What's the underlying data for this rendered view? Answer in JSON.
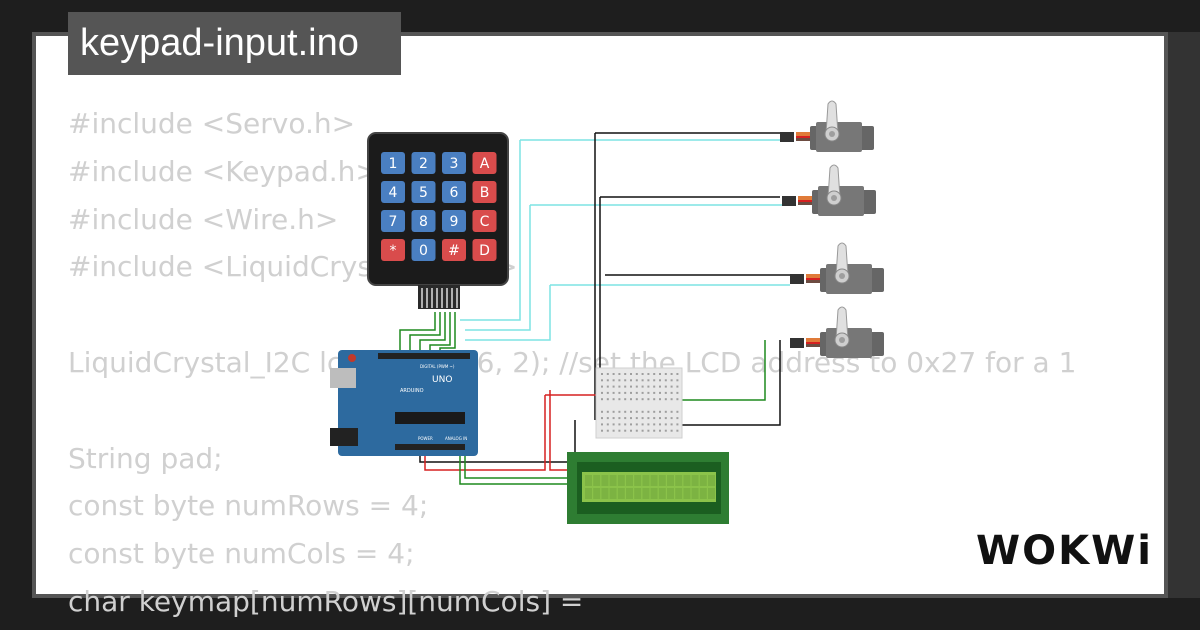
{
  "file_title": "keypad-input.ino",
  "code_lines": [
    "#include <Servo.h>",
    "#include <Keypad.h>",
    "#include <Wire.h>",
    "#include <LiquidCrystal_I2C.h>",
    "",
    "LiquidCrystal_I2C lcd(0x27, 16, 2); //set the LCD address to 0x27 for a 1",
    "",
    "String pad;",
    "const byte numRows = 4;",
    "const byte numCols = 4;",
    "char keymap[numRows][numCols] ="
  ],
  "keypad_keys": [
    "1",
    "2",
    "3",
    "A",
    "4",
    "5",
    "6",
    "B",
    "7",
    "8",
    "9",
    "C",
    "*",
    "0",
    "#",
    "D"
  ],
  "arduino": {
    "board_label": "UNO",
    "brand": "ARDUINO",
    "digital_label": "DIGITAL (PWM ~)",
    "analog_label": "ANALOG IN",
    "power_label": "POWER"
  },
  "logo_text": "WOKWi",
  "colors": {
    "key_blue": "#4a7fc1",
    "key_red": "#d94c4c",
    "wire_cyan": "#7de3e3",
    "wire_black": "#111111",
    "wire_red": "#d62020",
    "wire_green": "#1e8a1e",
    "lcd_green": "#2e7d32",
    "board_blue": "#2d6a9f"
  }
}
